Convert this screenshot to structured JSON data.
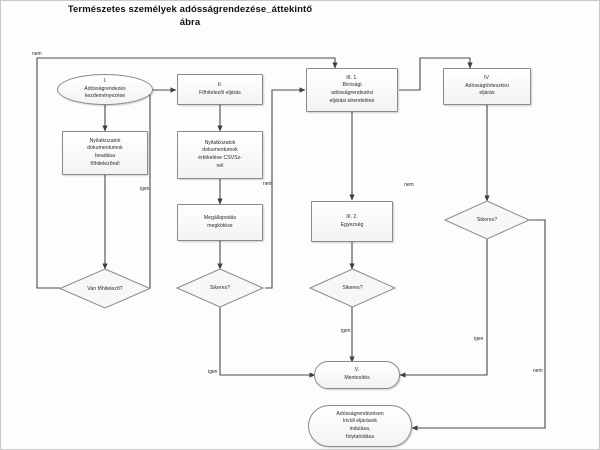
{
  "diagram": {
    "title": "Természetes személyek\nadósságrendezése_áttekintő ábra",
    "type": "flowchart",
    "language": "hu"
  },
  "nodes": {
    "start": {
      "label": "I.\nAdósságrendezés\nkezdeményezése",
      "shape": "ellipse"
    },
    "docs_submit": {
      "label": "Nyilatkozatok\ndokumentumok\nbeadása\nfőhitelezőnél",
      "shape": "rect"
    },
    "has_main_creditor": {
      "label": "Van főhitelező?",
      "shape": "diamond"
    },
    "stage2": {
      "label": "II.\nFőhitelezői eljárás",
      "shape": "rect"
    },
    "docs_eval": {
      "label": "Nyilatkozatok\ndokumentumok\nértékelése CSVSz-\nnél",
      "shape": "rect"
    },
    "agreement": {
      "label": "Megállapodás\nmegkötése",
      "shape": "rect"
    },
    "success_2": {
      "label": "Sikeres?",
      "shape": "diamond"
    },
    "stage3_1": {
      "label": "III. 1.\nBírósági\nadósságrendezési\neljárási elrendelése",
      "shape": "rect"
    },
    "stage3_2": {
      "label": "III. 2.\nEgyezség",
      "shape": "rect"
    },
    "success_3": {
      "label": "Sikeres?",
      "shape": "diamond"
    },
    "stage4": {
      "label": "IV.\nAdósságtörlesztési\neljárás",
      "shape": "rect"
    },
    "success_4": {
      "label": "Sikeres?",
      "shape": "diamond"
    },
    "stage5": {
      "label": "V.\nMentesítés",
      "shape": "stadium"
    },
    "outside": {
      "label": "Adósságrendezésen\nkívüli eljárások\nindulása,\nfolytatódása",
      "shape": "stadium"
    }
  },
  "edge_labels": {
    "no_top_left": "nem",
    "yes_main_creditor": "igen",
    "no_agreement": "nem",
    "no_stage3": "nem",
    "yes_success2": "igen",
    "yes_success3": "igen",
    "yes_success4": "igen",
    "no_success4": "nem"
  },
  "colors": {
    "node_border": "#8a8a8a",
    "node_fill_top": "#ffffff",
    "node_fill_bottom": "#f3f3f3",
    "edge": "#4a4a4a",
    "text": "#2b2b2b",
    "title_text": "#111111",
    "frame": "#c9c9c9"
  }
}
